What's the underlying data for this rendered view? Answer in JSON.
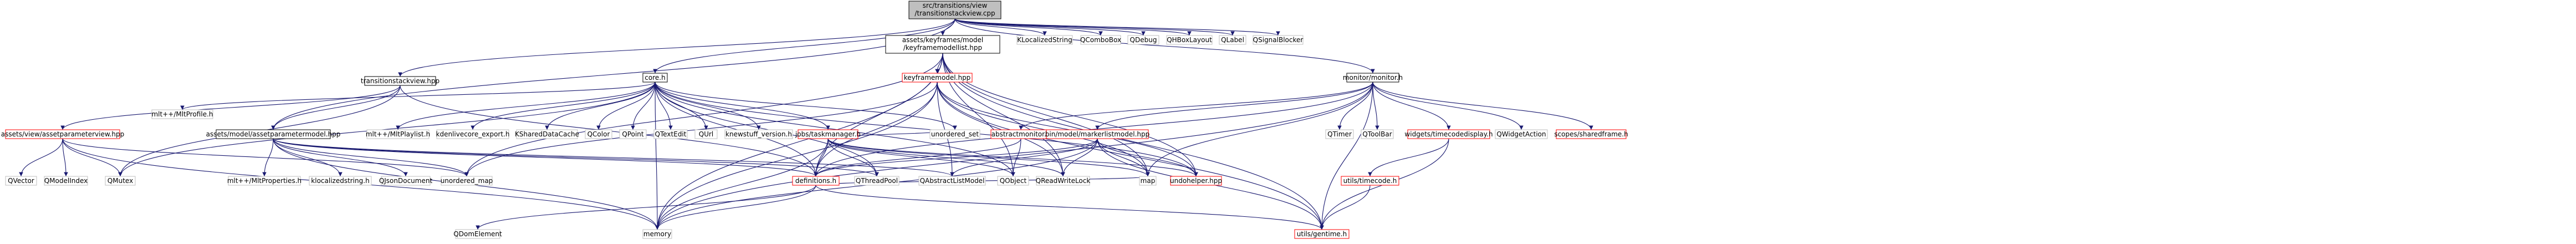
{
  "colors": {
    "default_border": "#bfbfbf",
    "linked_border": "#000000",
    "missing_border": "#ff0000",
    "root_fill": "#bfbfbf",
    "node_fill": "#ffffff",
    "edge": "#191970",
    "text": "#000000"
  },
  "graph": {
    "nodes": [
      {
        "id": "root",
        "lines": [
          "src/transitions/view",
          "/transitionstackview.cpp"
        ],
        "style": "root"
      },
      {
        "id": "tsv",
        "lines": [
          "transitionstackview.hpp"
        ],
        "style": "linked"
      },
      {
        "id": "avapv",
        "lines": [
          "assets/view/assetparameterview.hpp"
        ],
        "style": "missing"
      },
      {
        "id": "amapm",
        "lines": [
          "assets/model/assetparametermodel.hpp"
        ],
        "style": "linked"
      },
      {
        "id": "core",
        "lines": [
          "core.h"
        ],
        "style": "linked"
      },
      {
        "id": "akfml",
        "lines": [
          "assets/keyframes/model",
          "/keyframemodellist.hpp"
        ],
        "style": "linked"
      },
      {
        "id": "kfm",
        "lines": [
          "keyframemodel.hpp"
        ],
        "style": "missing"
      },
      {
        "id": "monitor",
        "lines": [
          "monitor/monitor.h"
        ],
        "style": "linked"
      },
      {
        "id": "klocstr",
        "lines": [
          "KLocalizedString"
        ],
        "style": "default"
      },
      {
        "id": "qcombo",
        "lines": [
          "QComboBox"
        ],
        "style": "default"
      },
      {
        "id": "qdebug",
        "lines": [
          "QDebug"
        ],
        "style": "default"
      },
      {
        "id": "qhbox",
        "lines": [
          "QHBoxLayout"
        ],
        "style": "default"
      },
      {
        "id": "qlabel",
        "lines": [
          "QLabel"
        ],
        "style": "default"
      },
      {
        "id": "qsigblock",
        "lines": [
          "QSignalBlocker"
        ],
        "style": "default"
      },
      {
        "id": "qvector",
        "lines": [
          "QVector"
        ],
        "style": "default"
      },
      {
        "id": "qmodelindex",
        "lines": [
          "QModelIndex"
        ],
        "style": "default"
      },
      {
        "id": "qmutex",
        "lines": [
          "QMutex"
        ],
        "style": "default"
      },
      {
        "id": "mltprofile",
        "lines": [
          "mlt++/MltProfile.h"
        ],
        "style": "default"
      },
      {
        "id": "mltplaylist",
        "lines": [
          "mlt++/MltPlaylist.h"
        ],
        "style": "default"
      },
      {
        "id": "kdenlivecore",
        "lines": [
          "kdenlivecore_export.h"
        ],
        "style": "default"
      },
      {
        "id": "kshared",
        "lines": [
          "KSharedDataCache"
        ],
        "style": "default"
      },
      {
        "id": "qcolor",
        "lines": [
          "QColor"
        ],
        "style": "default"
      },
      {
        "id": "qpoint",
        "lines": [
          "QPoint"
        ],
        "style": "default"
      },
      {
        "id": "qtextedit",
        "lines": [
          "QTextEdit"
        ],
        "style": "default"
      },
      {
        "id": "qurl",
        "lines": [
          "QUrl"
        ],
        "style": "default"
      },
      {
        "id": "knewstuff",
        "lines": [
          "knewstuff_version.h"
        ],
        "style": "default"
      },
      {
        "id": "jobs",
        "lines": [
          "jobs/taskmanager.h"
        ],
        "style": "missing"
      },
      {
        "id": "unordset",
        "lines": [
          "unordered_set"
        ],
        "style": "default"
      },
      {
        "id": "absmon",
        "lines": [
          "abstractmonitor.h"
        ],
        "style": "missing"
      },
      {
        "id": "bmm",
        "lines": [
          "bin/model/markerlistmodel.hpp"
        ],
        "style": "missing"
      },
      {
        "id": "qtimer",
        "lines": [
          "QTimer"
        ],
        "style": "default"
      },
      {
        "id": "qtoolbar",
        "lines": [
          "QToolBar"
        ],
        "style": "default"
      },
      {
        "id": "wtd",
        "lines": [
          "widgets/timecodedisplay.h"
        ],
        "style": "missing"
      },
      {
        "id": "qwaction",
        "lines": [
          "QWidgetAction"
        ],
        "style": "default"
      },
      {
        "id": "scopes",
        "lines": [
          "scopes/sharedframe.h"
        ],
        "style": "missing"
      },
      {
        "id": "mltprops",
        "lines": [
          "mlt++/MltProperties.h"
        ],
        "style": "default"
      },
      {
        "id": "klocstring",
        "lines": [
          "klocalizedstring.h"
        ],
        "style": "default"
      },
      {
        "id": "qjson",
        "lines": [
          "QJsonDocument"
        ],
        "style": "default"
      },
      {
        "id": "unordmap",
        "lines": [
          "unordered_map"
        ],
        "style": "default"
      },
      {
        "id": "defs",
        "lines": [
          "definitions.h"
        ],
        "style": "missing"
      },
      {
        "id": "qthreadpool",
        "lines": [
          "QThreadPool"
        ],
        "style": "default"
      },
      {
        "id": "qaim",
        "lines": [
          "QAbstractListModel"
        ],
        "style": "default"
      },
      {
        "id": "qobject",
        "lines": [
          "QObject"
        ],
        "style": "default"
      },
      {
        "id": "qrwlock",
        "lines": [
          "QReadWriteLock"
        ],
        "style": "default"
      },
      {
        "id": "map",
        "lines": [
          "map"
        ],
        "style": "default"
      },
      {
        "id": "undohelper",
        "lines": [
          "undohelper.hpp"
        ],
        "style": "missing"
      },
      {
        "id": "utiltc",
        "lines": [
          "utils/timecode.h"
        ],
        "style": "missing"
      },
      {
        "id": "qdomelement",
        "lines": [
          "QDomElement"
        ],
        "style": "default"
      },
      {
        "id": "memory",
        "lines": [
          "memory"
        ],
        "style": "default"
      },
      {
        "id": "gentime",
        "lines": [
          "utils/gentime.h"
        ],
        "style": "missing"
      }
    ],
    "edges": [
      [
        "root",
        "tsv"
      ],
      [
        "root",
        "akfml"
      ],
      [
        "root",
        "core"
      ],
      [
        "root",
        "amapm"
      ],
      [
        "root",
        "monitor"
      ],
      [
        "root",
        "klocstr"
      ],
      [
        "root",
        "qcombo"
      ],
      [
        "root",
        "qdebug"
      ],
      [
        "root",
        "qhbox"
      ],
      [
        "root",
        "qlabel"
      ],
      [
        "root",
        "qsigblock"
      ],
      [
        "tsv",
        "avapv"
      ],
      [
        "tsv",
        "amapm"
      ],
      [
        "tsv",
        "qmutex"
      ],
      [
        "tsv",
        "defs"
      ],
      [
        "avapv",
        "qvector"
      ],
      [
        "avapv",
        "qmodelindex"
      ],
      [
        "avapv",
        "qmutex"
      ],
      [
        "avapv",
        "memory"
      ],
      [
        "avapv",
        "unordmap"
      ],
      [
        "amapm",
        "mltprops"
      ],
      [
        "amapm",
        "klocstring"
      ],
      [
        "amapm",
        "qjson"
      ],
      [
        "amapm",
        "unordmap"
      ],
      [
        "amapm",
        "defs"
      ],
      [
        "amapm",
        "qthreadpool"
      ],
      [
        "amapm",
        "qaim"
      ],
      [
        "amapm",
        "memory"
      ],
      [
        "core",
        "mltprofile"
      ],
      [
        "core",
        "mltplaylist"
      ],
      [
        "core",
        "kdenlivecore"
      ],
      [
        "core",
        "kshared"
      ],
      [
        "core",
        "qcolor"
      ],
      [
        "core",
        "qpoint"
      ],
      [
        "core",
        "qtextedit"
      ],
      [
        "core",
        "qurl"
      ],
      [
        "core",
        "knewstuff"
      ],
      [
        "core",
        "jobs"
      ],
      [
        "core",
        "unordset"
      ],
      [
        "core",
        "defs"
      ],
      [
        "core",
        "qobject"
      ],
      [
        "core",
        "qthreadpool"
      ],
      [
        "core",
        "qmutex"
      ],
      [
        "core",
        "memory"
      ],
      [
        "core",
        "undohelper"
      ],
      [
        "akfml",
        "kfm"
      ],
      [
        "akfml",
        "defs"
      ],
      [
        "akfml",
        "gentime"
      ],
      [
        "akfml",
        "qobject"
      ],
      [
        "akfml",
        "qrwlock"
      ],
      [
        "akfml",
        "map"
      ],
      [
        "akfml",
        "undohelper"
      ],
      [
        "akfml",
        "memory"
      ],
      [
        "akfml",
        "unordmap"
      ],
      [
        "kfm",
        "defs"
      ],
      [
        "kfm",
        "gentime"
      ],
      [
        "kfm",
        "undohelper"
      ],
      [
        "kfm",
        "qaim"
      ],
      [
        "kfm",
        "qrwlock"
      ],
      [
        "kfm",
        "map"
      ],
      [
        "kfm",
        "memory"
      ],
      [
        "kfm",
        "unordmap"
      ],
      [
        "monitor",
        "absmon"
      ],
      [
        "monitor",
        "bmm"
      ],
      [
        "monitor",
        "qtimer"
      ],
      [
        "monitor",
        "qtoolbar"
      ],
      [
        "monitor",
        "wtd"
      ],
      [
        "monitor",
        "qwaction"
      ],
      [
        "monitor",
        "scopes"
      ],
      [
        "monitor",
        "defs"
      ],
      [
        "monitor",
        "gentime"
      ],
      [
        "monitor",
        "map"
      ],
      [
        "monitor",
        "memory"
      ],
      [
        "jobs",
        "defs"
      ],
      [
        "jobs",
        "undohelper"
      ],
      [
        "jobs",
        "qobject"
      ],
      [
        "jobs",
        "qrwlock"
      ],
      [
        "jobs",
        "qthreadpool"
      ],
      [
        "jobs",
        "map"
      ],
      [
        "jobs",
        "memory"
      ],
      [
        "jobs",
        "unordset"
      ],
      [
        "absmon",
        "defs"
      ],
      [
        "absmon",
        "qobject"
      ],
      [
        "bmm",
        "defs"
      ],
      [
        "bmm",
        "gentime"
      ],
      [
        "bmm",
        "undohelper"
      ],
      [
        "bmm",
        "qaim"
      ],
      [
        "bmm",
        "qrwlock"
      ],
      [
        "bmm",
        "map"
      ],
      [
        "bmm",
        "memory"
      ],
      [
        "wtd",
        "utiltc"
      ],
      [
        "wtd",
        "gentime"
      ],
      [
        "utiltc",
        "gentime"
      ],
      [
        "defs",
        "gentime"
      ],
      [
        "defs",
        "qdomelement"
      ],
      [
        "defs",
        "memory"
      ],
      [
        "defs",
        "map"
      ]
    ]
  }
}
